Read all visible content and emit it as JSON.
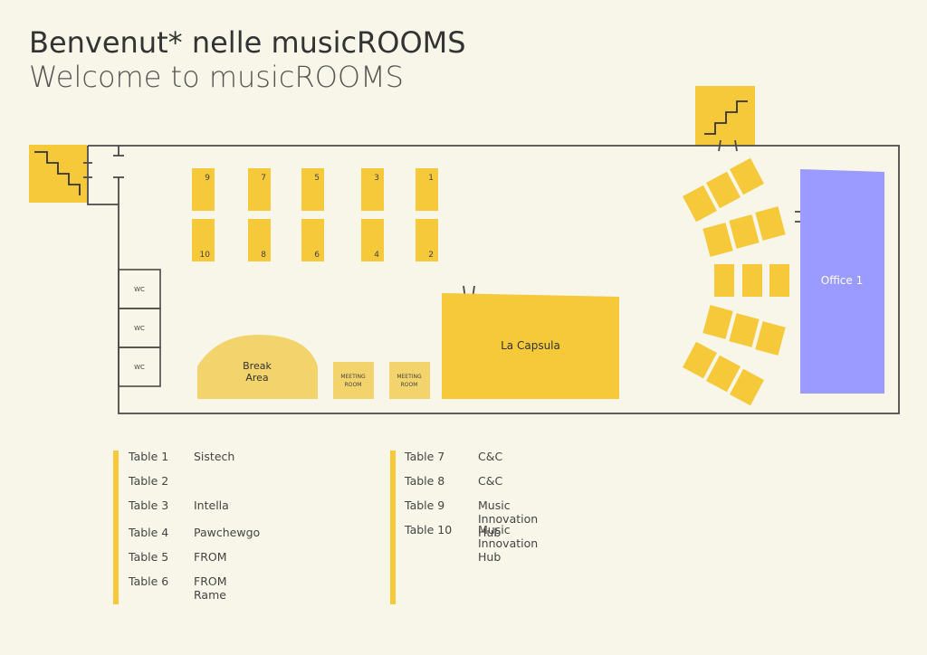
{
  "title": {
    "italian": "Benvenut* nelle musicROOMS",
    "english": "Welcome to musicROOMS"
  },
  "colors": {
    "background": "#f7f6e9",
    "table_yellow": "#f6c93a",
    "light_yellow": "#f3d36b",
    "office_blue": "#9a9aff",
    "wall": "#4a4a4a"
  },
  "floorplan": {
    "tables": [
      "9",
      "7",
      "5",
      "3",
      "1",
      "10",
      "8",
      "6",
      "4",
      "2"
    ],
    "wc_labels": [
      "WC",
      "WC",
      "WC"
    ],
    "break_area": [
      "Break",
      "Area"
    ],
    "meeting_rooms": [
      [
        "MEETING",
        "ROOM"
      ],
      [
        "MEETING",
        "ROOM"
      ]
    ],
    "la_capsula": "La Capsula",
    "office": "Office 1",
    "icons": [
      "stairs-icon",
      "stairs-icon",
      "door-icon"
    ]
  },
  "legend": {
    "left": [
      {
        "table": "Table 1",
        "company": "Sistech"
      },
      {
        "table": "Table 2",
        "company": ""
      },
      {
        "table": "Table 3",
        "company": "Intella"
      },
      {
        "table": "Table 4",
        "company": "Pawchewgo"
      },
      {
        "table": "Table 5",
        "company": "FROM"
      },
      {
        "table": "Table 6",
        "company": "FROM\nRame"
      }
    ],
    "right": [
      {
        "table": "Table 7",
        "company": "C&C"
      },
      {
        "table": "Table 8",
        "company": "C&C"
      },
      {
        "table": "Table 9",
        "company": "Music Innovation Hub"
      },
      {
        "table": "Table 10",
        "company": "Music Innovation Hub"
      }
    ]
  }
}
